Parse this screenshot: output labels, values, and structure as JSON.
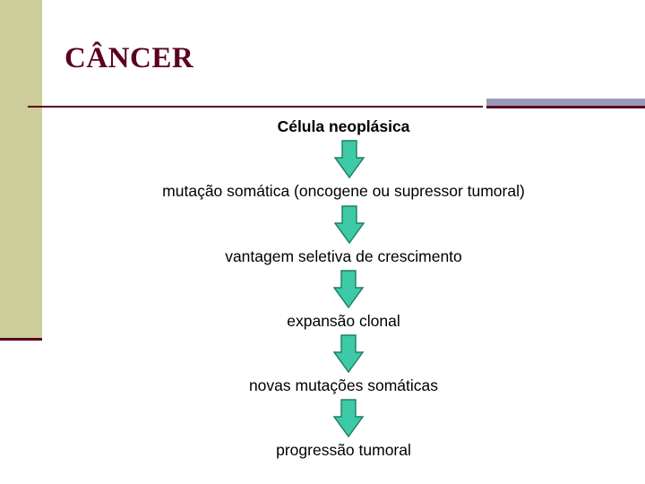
{
  "slide": {
    "title": "CÂNCER",
    "accent_color": "#5b0020",
    "band_color": "#cdcd9a",
    "rule_block_color": "#9a9ab8",
    "arrow_color": "#3ec9a7",
    "arrow_outline_color": "#1b7f68",
    "flow": [
      {
        "text": "Célula neoplásica",
        "bold": true
      },
      {
        "text": "mutação somática (oncogene ou supressor tumoral)",
        "bold": false
      },
      {
        "text": "vantagem seletiva de crescimento",
        "bold": false
      },
      {
        "text": "expansão clonal",
        "bold": false
      },
      {
        "text": "novas mutações somáticas",
        "bold": false
      },
      {
        "text": "progressão tumoral",
        "bold": false
      }
    ]
  }
}
